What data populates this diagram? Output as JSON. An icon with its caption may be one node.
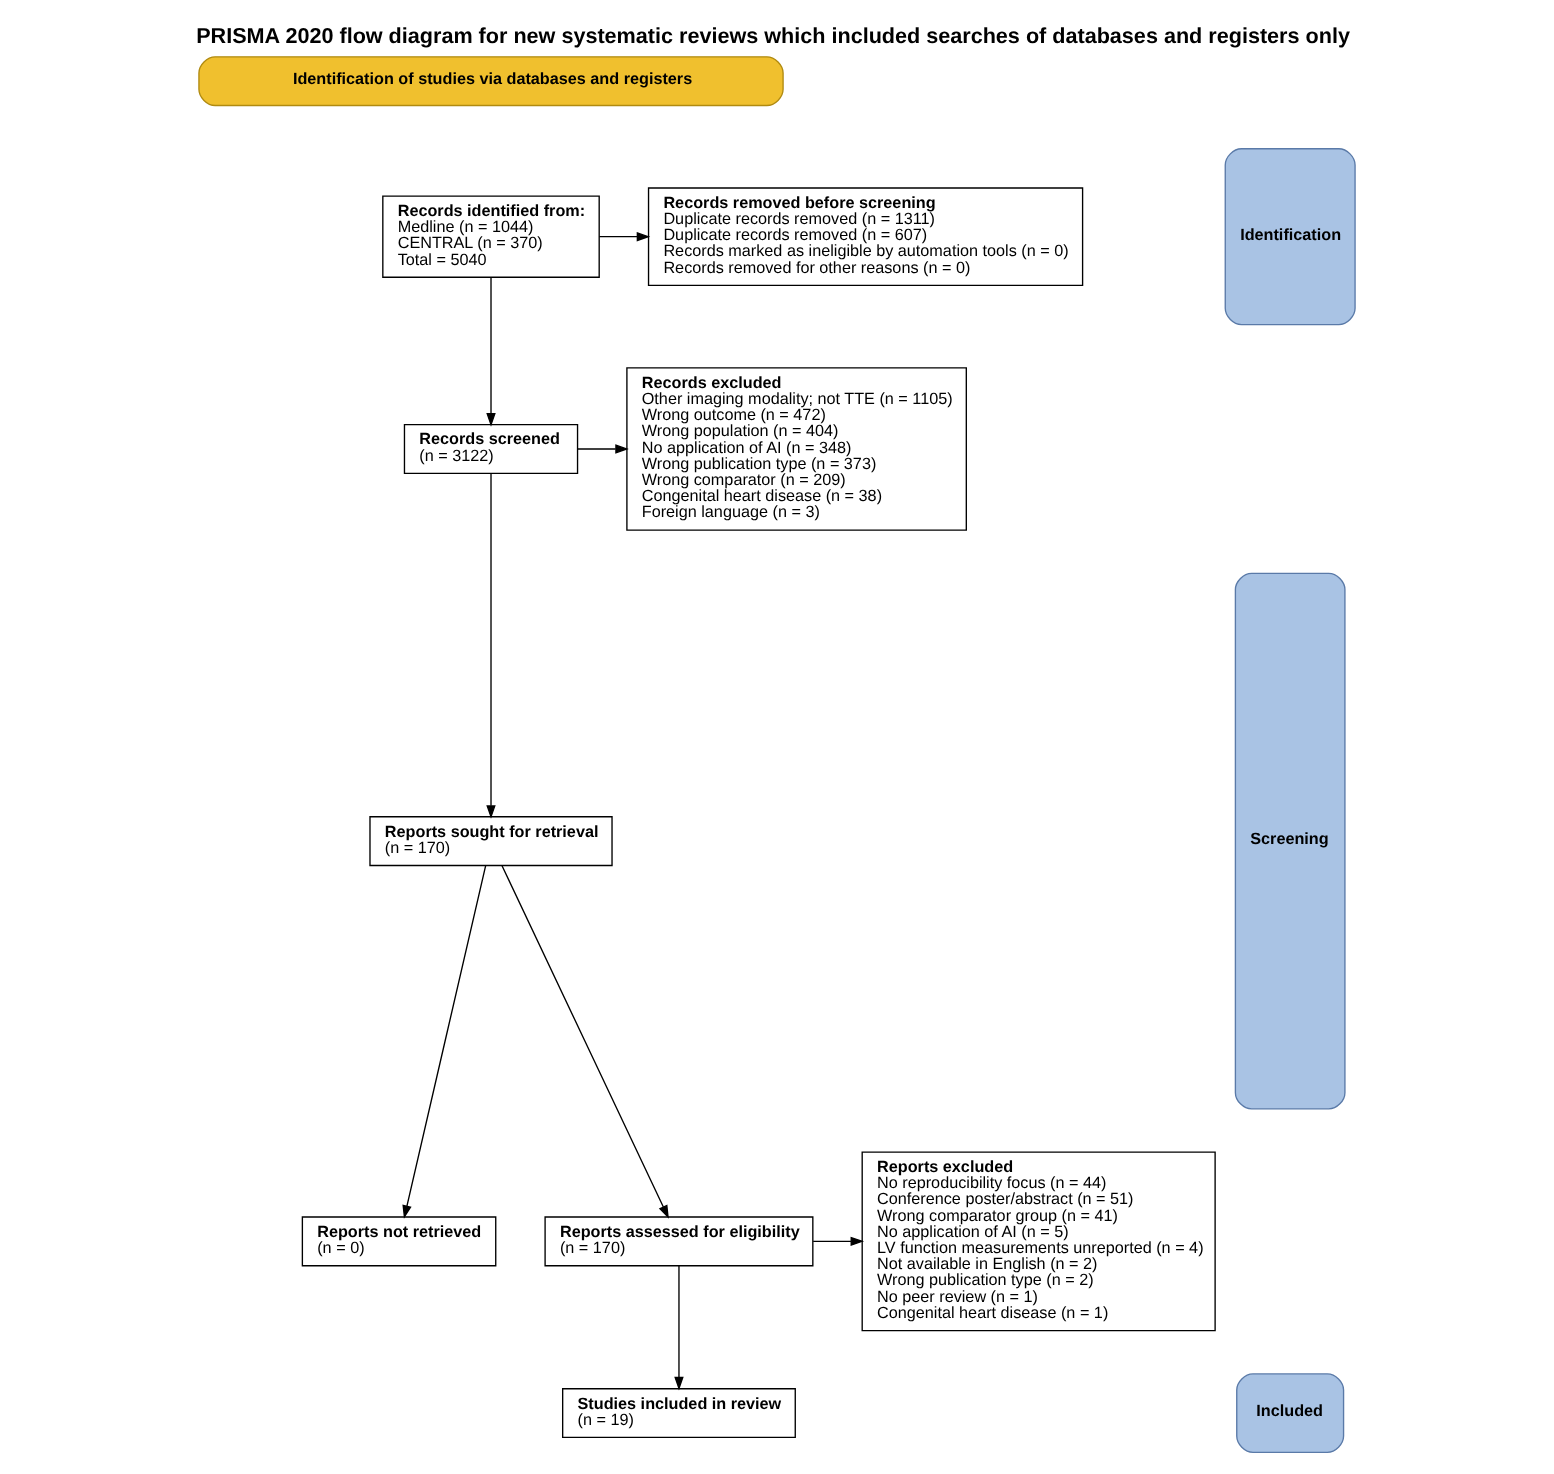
{
  "diagram": {
    "title": "PRISMA 2020 flow diagram for new systematic reviews which included searches of databases and registers only",
    "nodes": [
      {
        "text": [
          "Identification of studies via databases and registers"
        ]
      },
      {
        "text": [
          "Identification"
        ]
      },
      {
        "text": [
          "Screening"
        ]
      },
      {
        "text": [
          "Included"
        ]
      },
      {
        "text": [
          "Records identified from:",
          "Medline (n = 1044)",
          "CENTRAL (n = 370)",
          "Total = 5040"
        ]
      },
      {
        "text": [
          "Records removed before screening",
          "Duplicate records removed (n = 1311)",
          "Duplicate records removed (n = 607)",
          "Records marked as ineligible by automation tools (n = 0)",
          "Records removed for other reasons (n = 0)"
        ]
      },
      {
        "text": [
          "Records screened",
          "(n = 3122)"
        ]
      },
      {
        "text": [
          "Records excluded",
          "Other imaging modality; not TTE (n = 1105)",
          "Wrong outcome (n = 472)",
          "Wrong population (n = 404)",
          "No application of AI (n = 348)",
          "Wrong publication type (n = 373)",
          "Wrong comparator (n = 209)",
          "Congenital heart disease (n = 38)",
          "Foreign language (n = 3)"
        ]
      },
      {
        "text": [
          "Reports sought for retrieval",
          "(n = 170)"
        ]
      },
      {
        "text": [
          "Reports not retrieved",
          "(n = 0)"
        ]
      },
      {
        "text": [
          "Reports assessed for eligibility",
          "(n = 170)"
        ]
      },
      {
        "text": [
          "Reports excluded",
          "No reproducibility focus (n = 44)",
          "Conference poster/abstract (n = 51)",
          "Wrong comparator group (n = 41)",
          "No application of AI (n = 5)",
          "LV function measurements unreported (n = 4)",
          "Not available in English (n = 2)",
          "Wrong publication type (n = 2)",
          "No peer review (n = 1)",
          "Congenital heart disease (n = 1)"
        ]
      },
      {
        "text": [
          "Studies included in review",
          "(n = 19)"
        ]
      }
    ],
    "edges": [
      {
        "from": 4,
        "to": 5,
        "arrow": "to"
      },
      {
        "from": 4,
        "to": 6,
        "arrow": "to"
      },
      {
        "from": 6,
        "to": 7,
        "arrow": "to"
      },
      {
        "from": 6,
        "to": 8,
        "arrow": "to"
      },
      {
        "from": 8,
        "to": 9,
        "arrow": "to"
      },
      {
        "from": 8,
        "to": 10,
        "arrow": "to"
      },
      {
        "from": 10,
        "to": 11,
        "arrow": "to"
      },
      {
        "from": 10,
        "to": 12,
        "arrow": "to"
      }
    ]
  }
}
